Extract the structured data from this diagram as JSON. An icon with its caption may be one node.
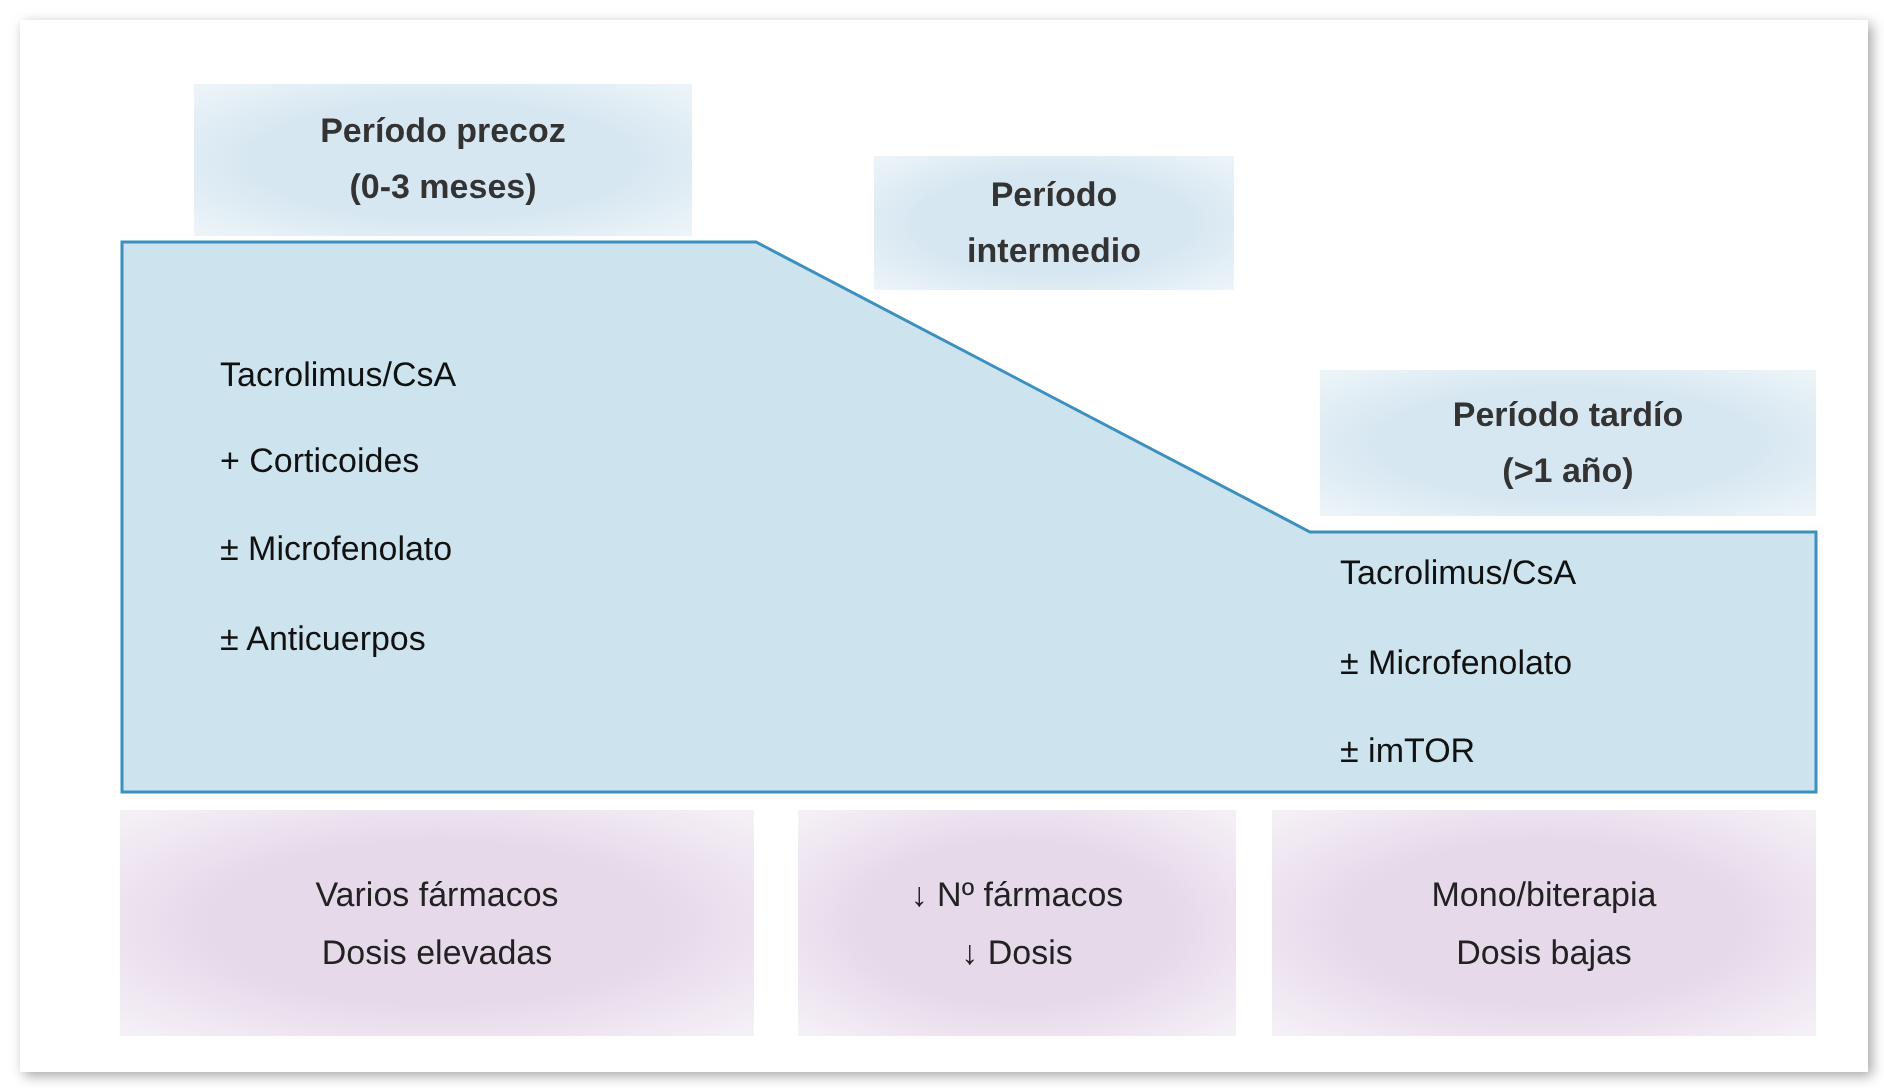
{
  "diagram": {
    "nodes": [
      {
        "text": [
          "Período precoz",
          "(0-3 meses)"
        ]
      },
      {
        "text": [
          "Período intermedio"
        ]
      },
      {
        "text": [
          "Período tardío",
          "(>1 año)"
        ]
      },
      {
        "text": [
          "Tacrolimus/CsA",
          "+ Corticoides",
          "± Microfenolato",
          "± Anticuerpos",
          "Tacrolimus/CsA",
          "± Microfenolato",
          "± imTOR"
        ]
      },
      {
        "text": [
          "Varios fármacos",
          "Dosis elevadas"
        ]
      },
      {
        "text": [
          "↓ Nº fármacos",
          "↓ Dosis"
        ]
      },
      {
        "text": [
          "Mono/biterapia",
          "Dosis bajas"
        ]
      }
    ],
    "edges": []
  }
}
